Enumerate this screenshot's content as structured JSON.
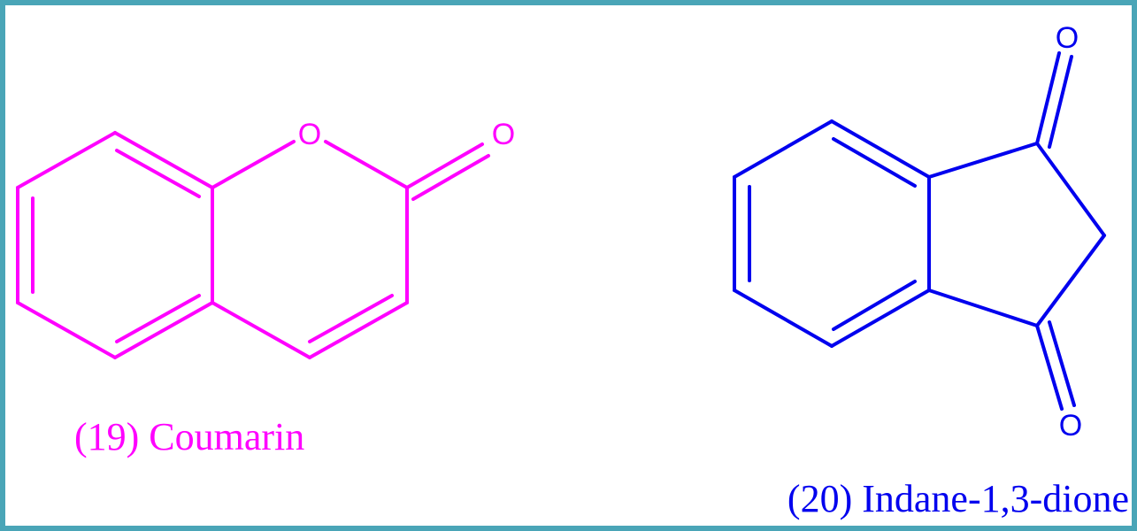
{
  "colors": {
    "border": "#4aa5b7",
    "coumarin": "#ff00ff",
    "indanedione": "#0000ee"
  },
  "coumarin": {
    "caption": "(19) Coumarin",
    "ring_oxygen": "O",
    "carbonyl_oxygen": "O"
  },
  "indanedione": {
    "caption": "(20) Indane-1,3-dione",
    "top_oxygen": "O",
    "bottom_oxygen": "O"
  }
}
